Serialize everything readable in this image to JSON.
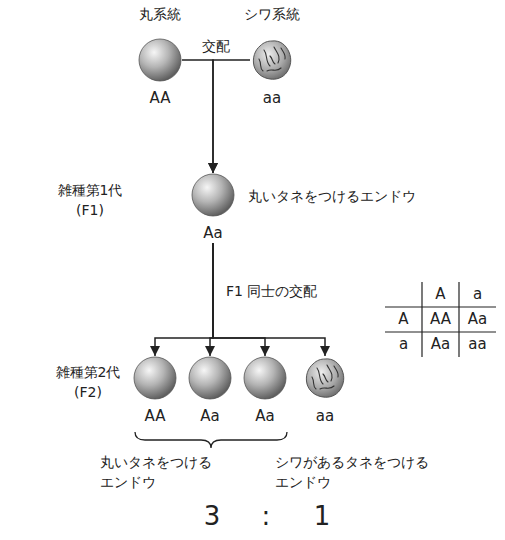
{
  "diagram": {
    "nodes": [
      {
        "text": [
          "丸系統",
          "AA"
        ]
      },
      {
        "text": [
          "シワ系統",
          "aa"
        ]
      },
      {
        "text": [
          "Aa"
        ]
      },
      {
        "text": [
          "AA"
        ]
      },
      {
        "text": [
          "Aa"
        ]
      },
      {
        "text": [
          "Aa"
        ]
      },
      {
        "text": [
          "aa"
        ]
      }
    ],
    "edges": [
      {
        "from": 0,
        "to": 2,
        "arrow": "to",
        "label": "交配"
      },
      {
        "from": 1,
        "to": 2,
        "arrow": "to"
      },
      {
        "from": 2,
        "to": 3,
        "arrow": "to",
        "label": "F1 同士の交配"
      },
      {
        "from": 2,
        "to": 4,
        "arrow": "to"
      },
      {
        "from": 2,
        "to": 5,
        "arrow": "to"
      },
      {
        "from": 2,
        "to": 6,
        "arrow": "to"
      }
    ],
    "labels": [
      "雑種第1代 (F1)",
      "丸いタネをつけるエンドウ",
      "雑種第2代 (F2)",
      "丸いタネをつける エンドウ",
      "シワがあるタネをつける エンドウ",
      "3",
      ":",
      "1",
      "A",
      "a",
      "A",
      "AA",
      "Aa",
      "a",
      "Aa",
      "aa"
    ]
  }
}
